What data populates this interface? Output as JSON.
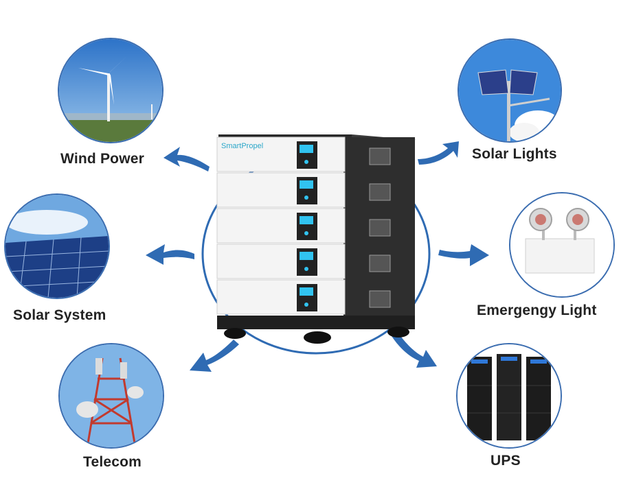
{
  "brand": "SmartPropel",
  "applications": {
    "wind": "Wind Power",
    "solar_system": "Solar System",
    "telecom": "Telecom",
    "solar_lights": "Solar Lights",
    "emergency": "Emergengy Light",
    "ups": "UPS"
  },
  "colors": {
    "accent": "#2f6bb3",
    "sky": "#4a8fd8",
    "battery_white": "#f4f4f4",
    "battery_dark": "#2b2b2b",
    "screen": "#31c3f0"
  }
}
